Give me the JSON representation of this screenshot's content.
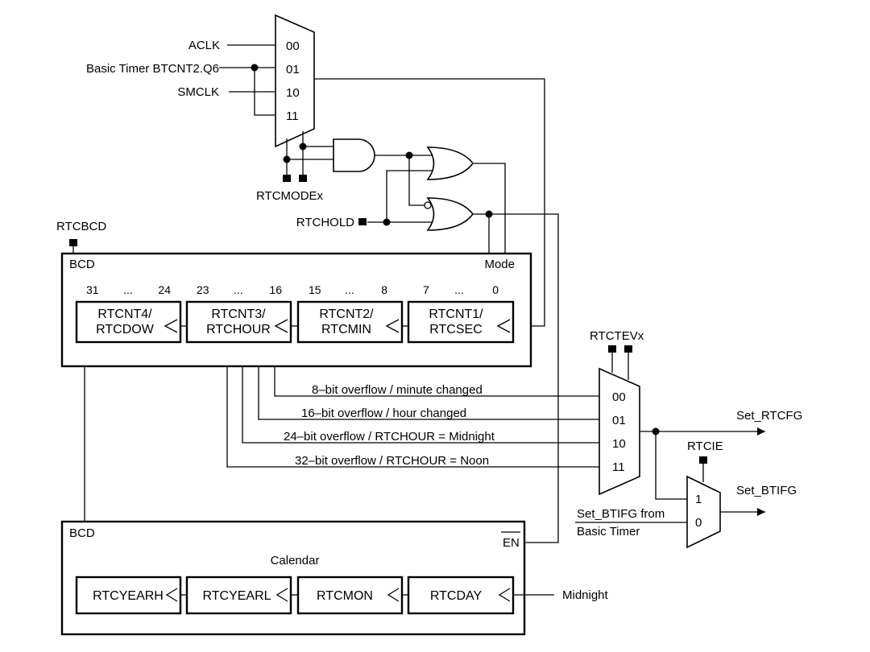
{
  "mux_clock": {
    "inputs": [
      "ACLK",
      "Basic Timer BTCNT2.Q6",
      "SMCLK"
    ],
    "selects": [
      "00",
      "01",
      "10",
      "11"
    ],
    "control": "RTCMODEx"
  },
  "rtchold": "RTCHOLD",
  "rtcbcd": "RTCBCD",
  "counter_block": {
    "bcd": "BCD",
    "mode": "Mode",
    "bit_ranges": [
      {
        "hi": "31",
        "dots": "...",
        "lo": "24"
      },
      {
        "hi": "23",
        "dots": "...",
        "lo": "16"
      },
      {
        "hi": "15",
        "dots": "...",
        "lo": "8"
      },
      {
        "hi": "7",
        "dots": "...",
        "lo": "0"
      }
    ],
    "registers": [
      {
        "line1": "RTCNT4/",
        "line2": "RTCDOW"
      },
      {
        "line1": "RTCNT3/",
        "line2": "RTCHOUR"
      },
      {
        "line1": "RTCNT2/",
        "line2": "RTCMIN"
      },
      {
        "line1": "RTCNT1/",
        "line2": "RTCSEC"
      }
    ]
  },
  "overflow_lines": [
    "8–bit overflow / minute changed",
    "16–bit overflow / hour changed",
    "24–bit overflow / RTCHOUR = Midnight",
    "32–bit overflow / RTCHOUR = Noon"
  ],
  "mux_event": {
    "control": "RTCTEVx",
    "selects": [
      "00",
      "01",
      "10",
      "11"
    ]
  },
  "set_rtcfg": "Set_RTCFG",
  "mux_ie": {
    "control": "RTCIE",
    "selects": [
      "1",
      "0"
    ]
  },
  "set_btifg": "Set_BTIFG",
  "set_btifg_from": {
    "line1": "Set_BTIFG from",
    "line2": "Basic Timer"
  },
  "calendar_block": {
    "bcd": "BCD",
    "en": "EN",
    "title": "Calendar",
    "registers": [
      "RTCYEARH",
      "RTCYEARL",
      "RTCMON",
      "RTCDAY"
    ],
    "midnight": "Midnight"
  }
}
